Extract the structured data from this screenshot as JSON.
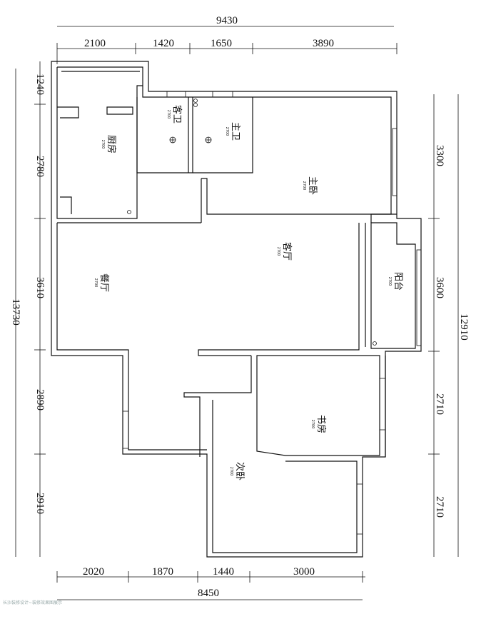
{
  "dimensions": {
    "top_total": "9430",
    "top_segments": [
      "2100",
      "1420",
      "1650",
      "3890"
    ],
    "bottom_segments": [
      "2020",
      "1870",
      "1440",
      "3000"
    ],
    "bottom_total": "8450",
    "left_total": "13730",
    "left_segments": [
      "1240",
      "2780",
      "3610",
      "2890",
      "2910"
    ],
    "right_total": "12910",
    "right_segments": [
      "3300",
      "3600",
      "2710",
      "2710"
    ]
  },
  "rooms": {
    "kitchen": "厨房",
    "guest_bath": "客卫",
    "master_bath": "主卫",
    "master_bedroom": "主卧",
    "living_room": "客厅",
    "dining_room": "餐厅",
    "balcony": "阳台",
    "study": "书房",
    "second_bedroom": "次卧"
  },
  "ceiling_height": "2700",
  "watermark": "长沙装修设计~装修效果图展示"
}
